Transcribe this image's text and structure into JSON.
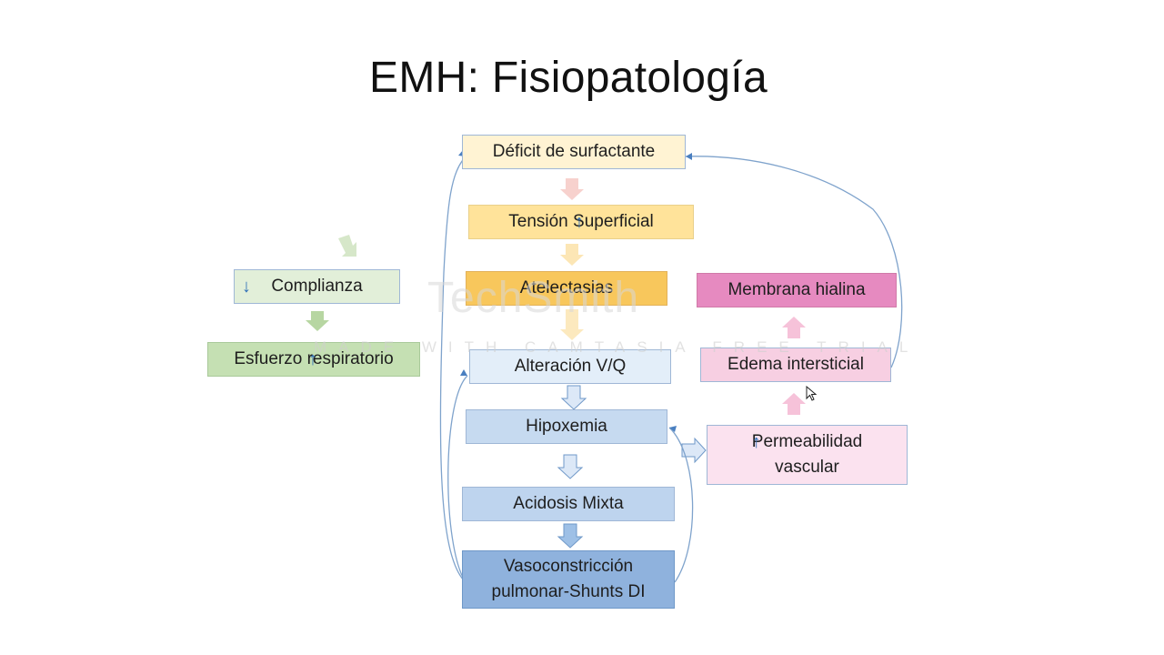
{
  "title": "EMH: Fisiopatología",
  "boxes": {
    "deficit": "Déficit de surfactante",
    "tension": "Tensión Superficial",
    "atelectasias": "Atelectasias",
    "alteracion": "Alteración V/Q",
    "hipoxemia": "Hipoxemia",
    "acidosis": "Acidosis Mixta",
    "vaso_line1": "Vasoconstricción",
    "vaso_line2": "pulmonar-Shunts DI",
    "complianza": "Complianza",
    "esfuerzo": "Esfuerzo respiratorio",
    "membrana": "Membrana hialina",
    "edema": "Edema intersticial",
    "permeab_line1": "Permeabilidad",
    "permeab_line2": "vascular"
  },
  "watermark": {
    "brand": "TechSmith",
    "tagline": "MADE WITH CAMTASIA FREE TRIAL"
  }
}
